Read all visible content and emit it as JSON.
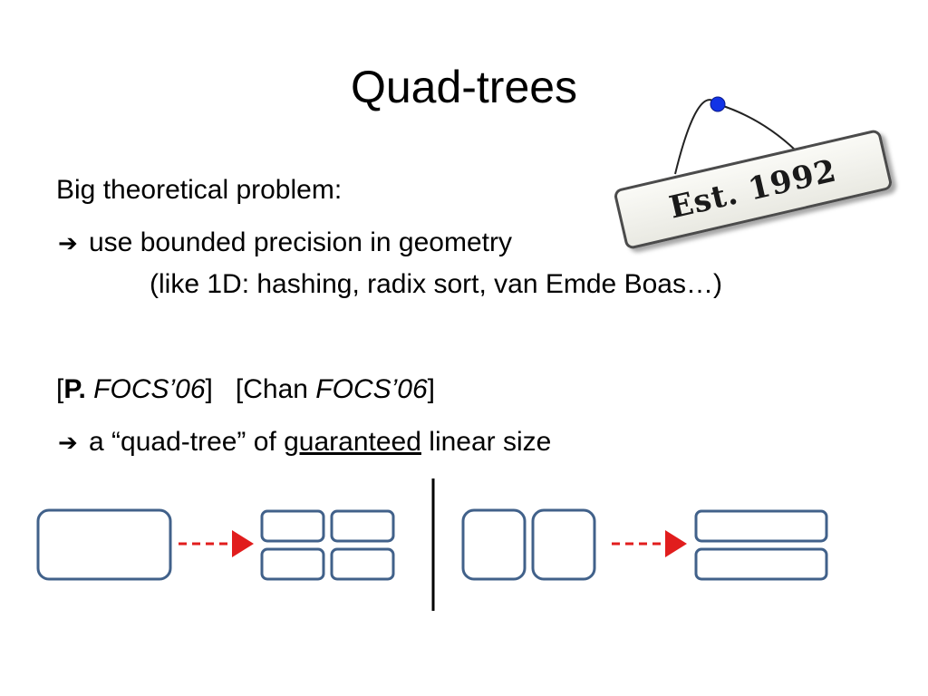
{
  "slide": {
    "title": "Quad-trees",
    "stamp_text": "Est. 1992",
    "problem_heading": "Big theoretical problem:",
    "arrow_glyph": "➔",
    "bullet1": "use bounded precision in geometry",
    "bullet1_detail": "(like 1D: hashing, radix sort, van Emde Boas…)",
    "citation": {
      "open_bracket": "[",
      "author_p": "P.",
      "venue_p": "FOCS’06",
      "mid": "]   [Chan ",
      "venue_chan": "FOCS’06",
      "close_bracket": "]"
    },
    "result": {
      "prefix": "a “quad-tree” of ",
      "emphasis": "guaranteed",
      "suffix": " linear size"
    }
  },
  "colors": {
    "box_stroke": "#41618a",
    "dashed_arrow": "#e11d1d",
    "pin": "#1233e6",
    "divider": "#000000"
  }
}
